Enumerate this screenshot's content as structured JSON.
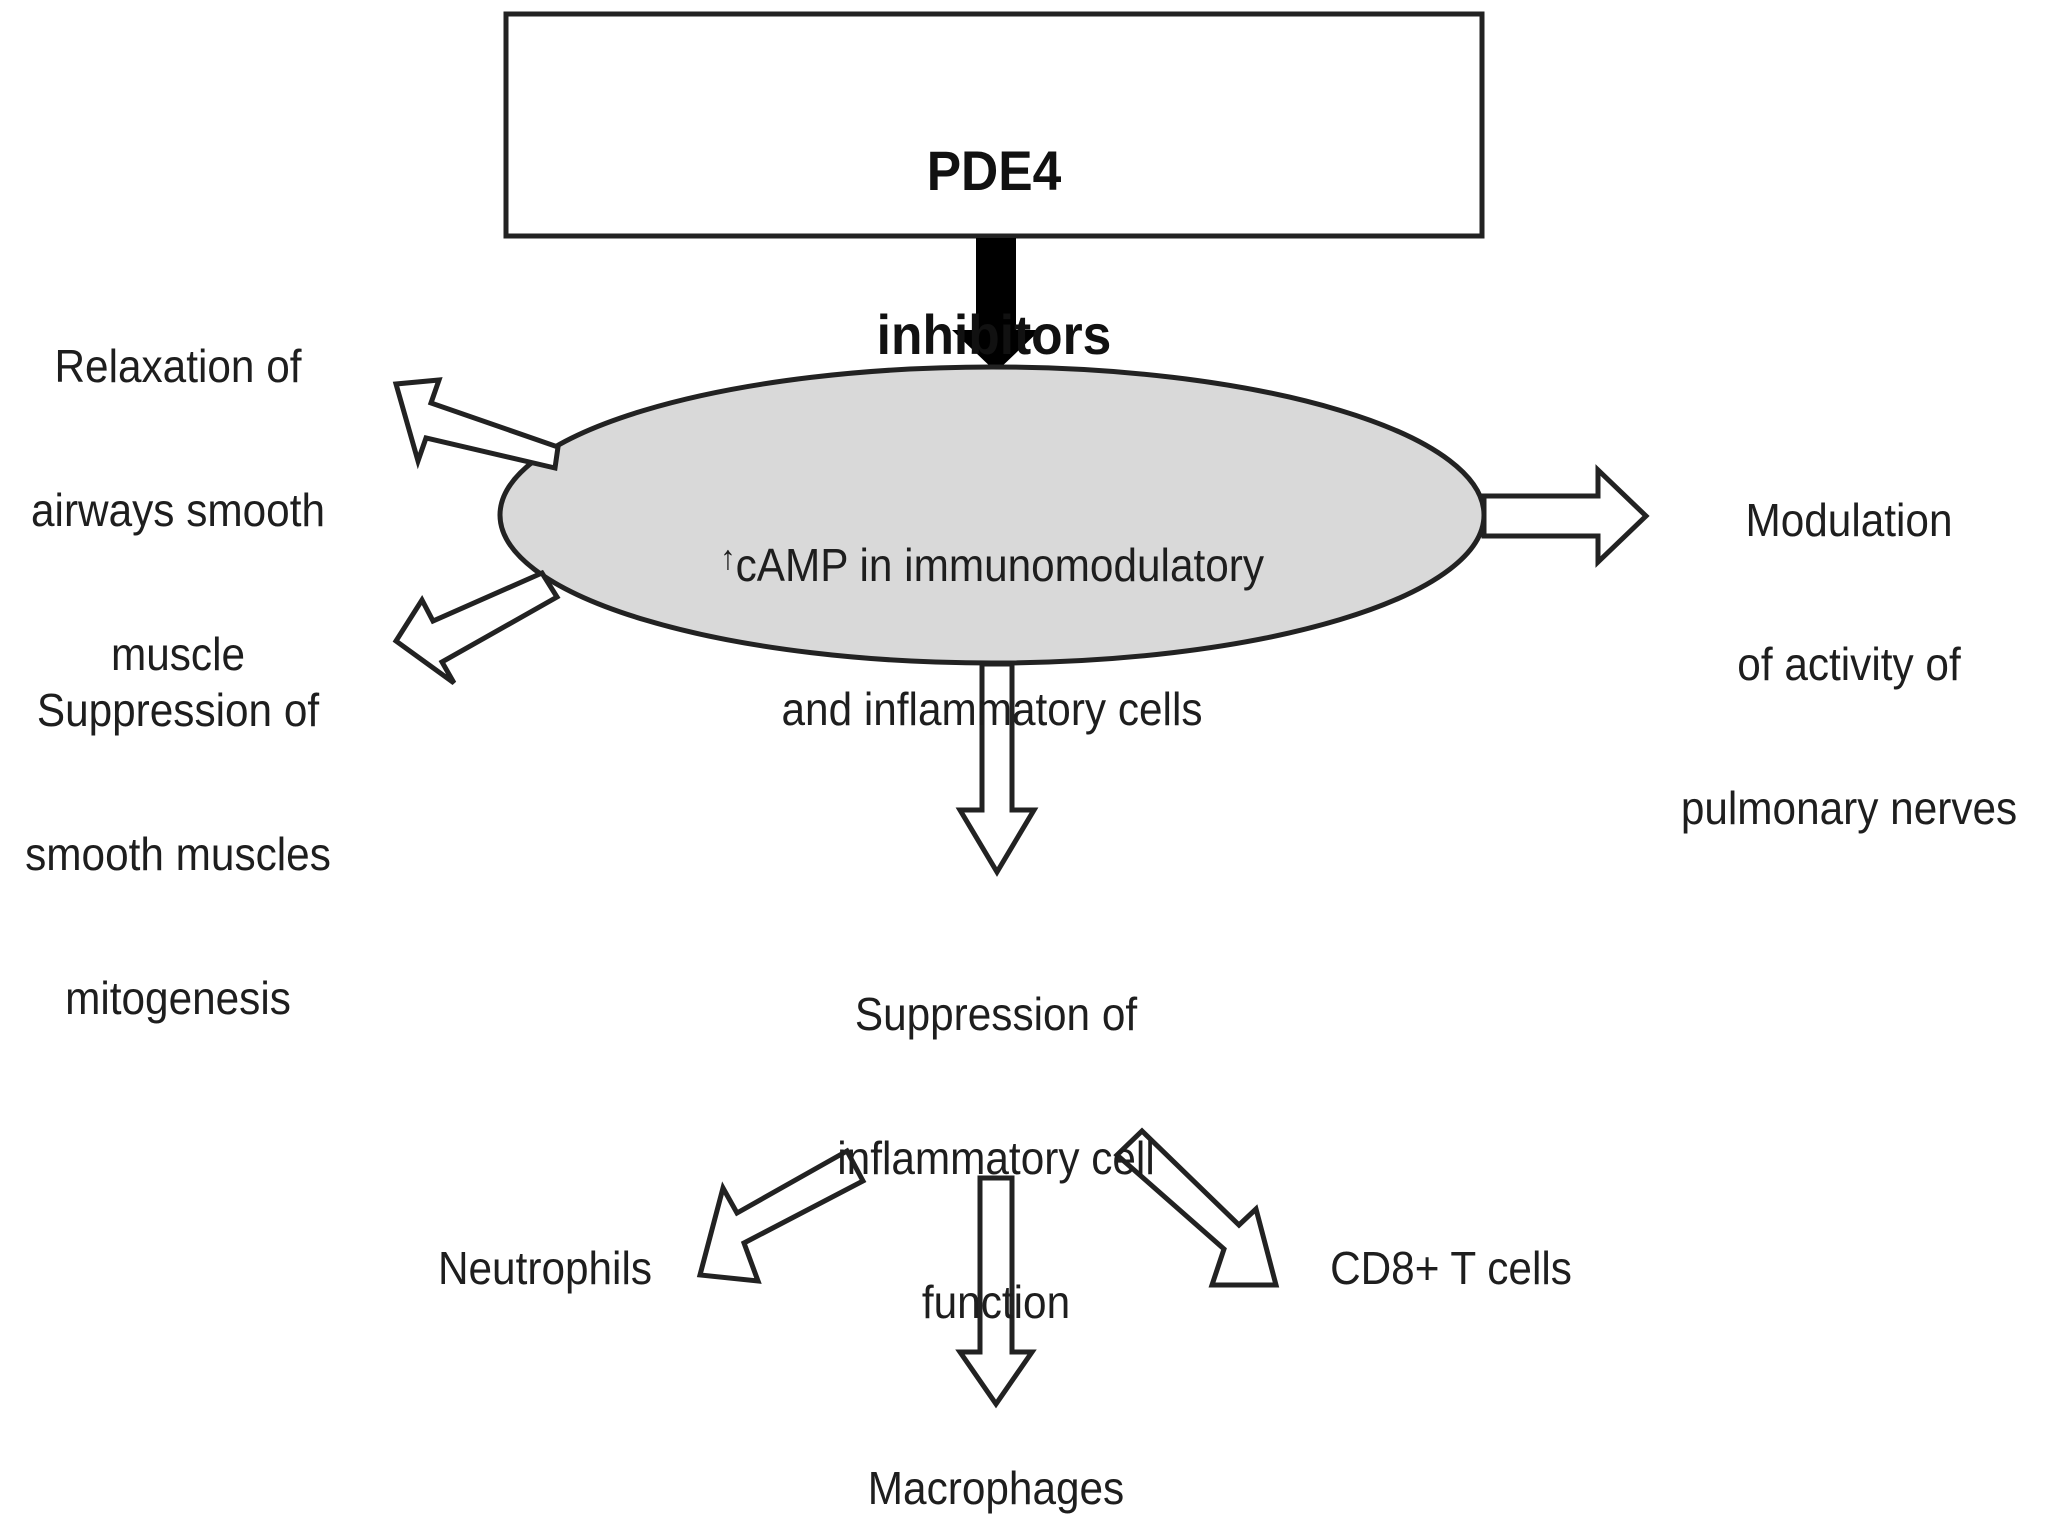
{
  "diagram": {
    "colors": {
      "ellipse_fill": "#d9d9d9",
      "stroke": "#222222",
      "solid_arrow": "#000000",
      "hollow_arrow_fill": "#ffffff"
    },
    "box": {
      "line1": "PDE4",
      "line2": "inhibitors"
    },
    "ellipse": {
      "arrow_glyph": "↑",
      "line1": "cAMP in immunomodulatory",
      "line2": "and inflammatory cells"
    },
    "left_top": {
      "line1": "Relaxation of",
      "line2": "airways smooth",
      "line3": "muscle"
    },
    "left_bottom": {
      "line1": "Suppression of",
      "line2": "smooth muscles",
      "line3": "mitogenesis"
    },
    "right": {
      "line1": "Modulation",
      "line2": "of activity of",
      "line3": "pulmonary nerves"
    },
    "center": {
      "line1": "Suppression of",
      "line2": "inflammatory cell",
      "line3": "function"
    },
    "targets": {
      "neutrophils": "Neutrophils",
      "macrophages": "Macrophages",
      "cd8": "CD8+ T cells"
    }
  }
}
